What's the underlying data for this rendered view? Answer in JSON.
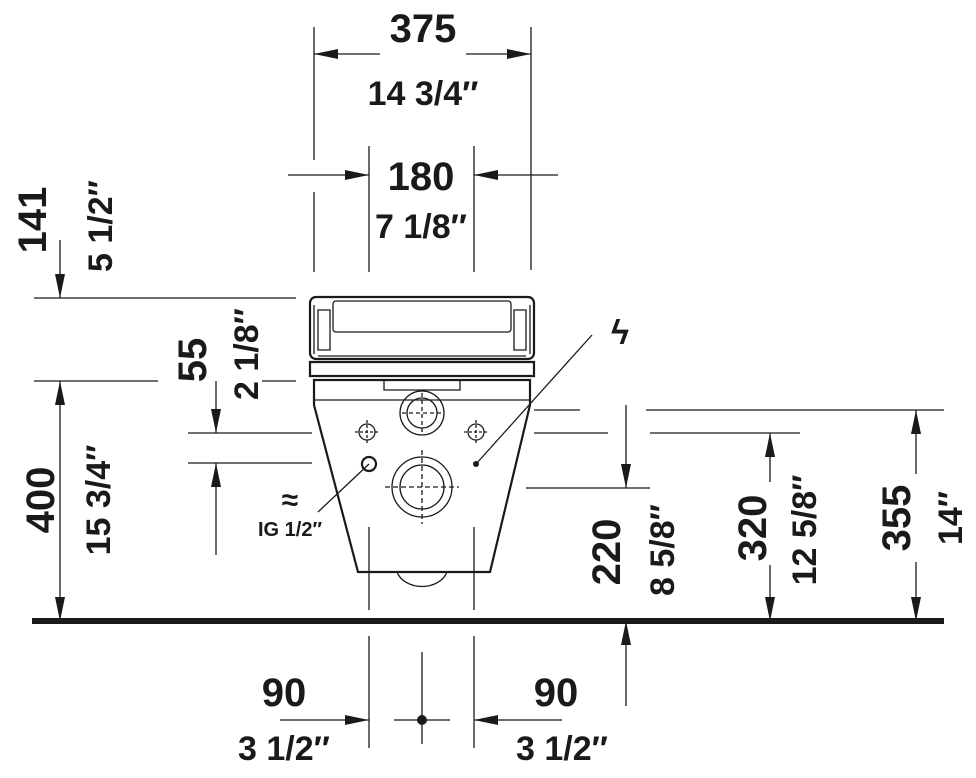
{
  "dims": {
    "w375": "375",
    "w375_in": "14 3/4″",
    "w180": "180",
    "w180_in": "7 1/8″",
    "h141": "141",
    "h141_in": "5 1/2″",
    "h55": "55",
    "h55_in": "2 1/8″",
    "h400": "400",
    "h400_in": "15 3/4″",
    "h220": "220",
    "h220_in": "8 5/8″",
    "h320": "320",
    "h320_in": "12 5/8″",
    "h355": "355",
    "h355_in": "14″",
    "w90_left": "90",
    "w90_left_in": "3 1/2″",
    "w90_right": "90",
    "w90_right_in": "3 1/2″"
  },
  "labels": {
    "water_connection": "IG 1/2″",
    "water_symbol": "≈",
    "electric_symbol": "ϟ"
  }
}
